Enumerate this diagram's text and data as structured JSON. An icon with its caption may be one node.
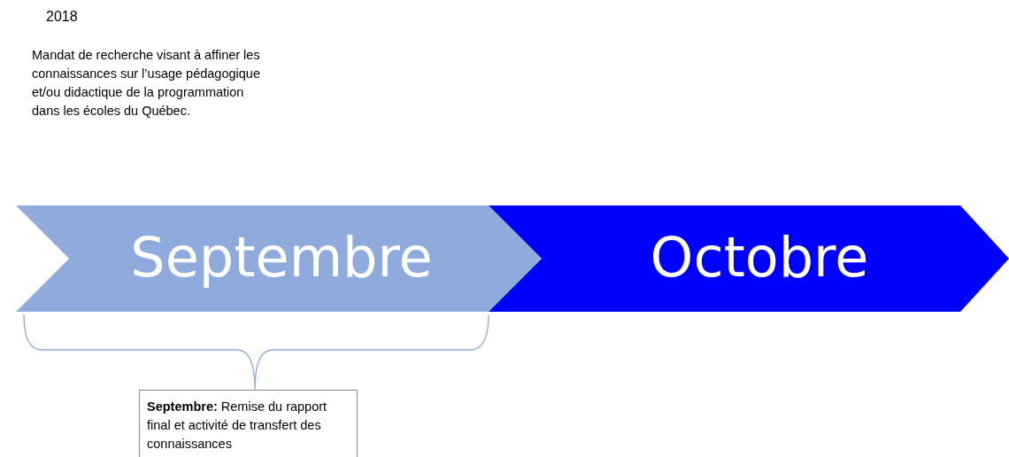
{
  "diagram": {
    "nodes": [
      {
        "text": [
          "Septembre"
        ]
      },
      {
        "text": [
          "Octobre"
        ]
      },
      {
        "text": [
          "**Septembre:** Remise du rapport final et activité de transfert des connaissances"
        ]
      }
    ],
    "labels": [
      "2018",
      "Mandat de recherche visant à affiner les connaissances sur l’usage pédagogique et/ou didactique de la programmation dans les écoles du Québec."
    ]
  }
}
